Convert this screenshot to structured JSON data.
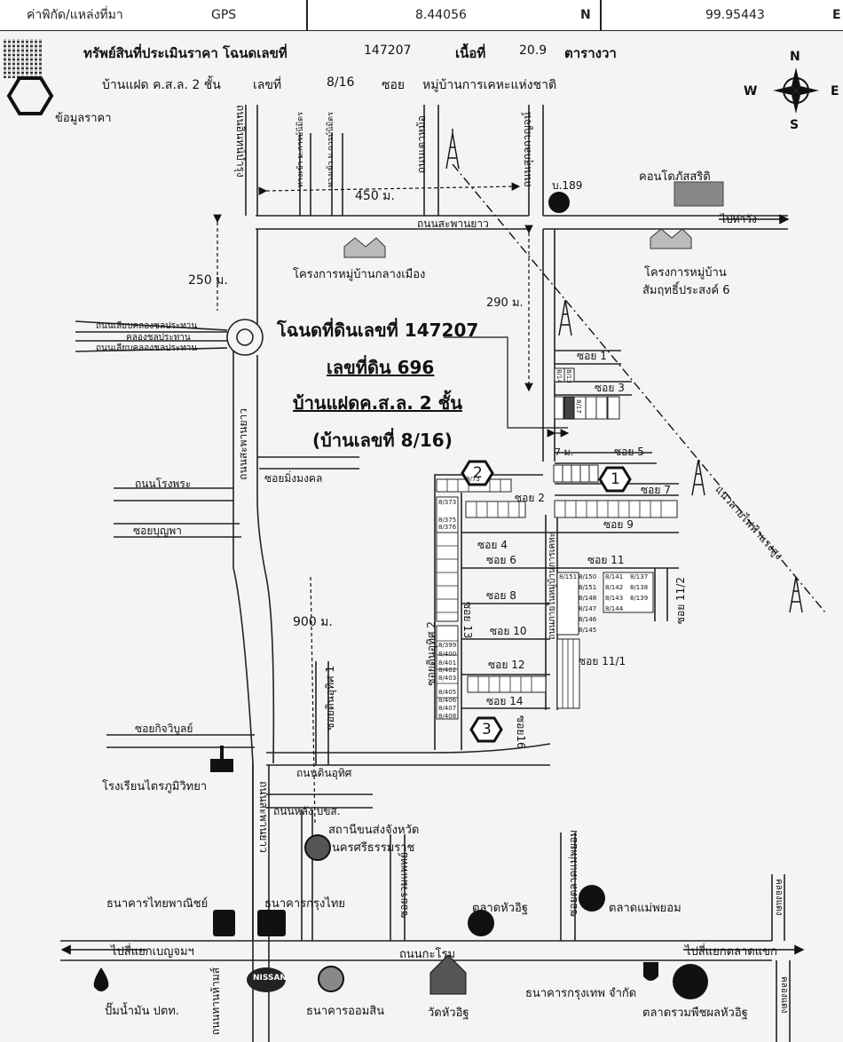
{
  "header_bar": {
    "coord_label": "ค่าพิกัด/แหล่งที่มา",
    "source": "GPS",
    "lat": "8.44056",
    "lat_dir": "N",
    "lon": "99.95443",
    "lon_dir": "E"
  },
  "property": {
    "title_prefix": "ทรัพย์สินที่ประเมินราคา โฉนดเลขที่",
    "deed_no": "147207",
    "area_label": "เนื้อที่",
    "area": "20.9",
    "area_unit": "ตารางวา",
    "type": "บ้านแฝด ค.ส.ล. 2 ชั้น",
    "house_no_label": "เลขที่",
    "house_no": "8/16",
    "soi_label": "ซอย",
    "village": "หมู่บ้านการเคหะแห่งชาติ"
  },
  "legend": {
    "price_info": "ข้อมูลราคา"
  },
  "compass": {
    "n": "N",
    "s": "S",
    "e": "E",
    "w": "W"
  },
  "callout": {
    "line1": "โฉนดที่ดินเลขที่ 147207",
    "line2": "เลขที่ดิน 696",
    "line3": "บ้านแฝดค.ส.ล. 2 ชั้น",
    "line4": "(บ้านเลขที่ 8/16)"
  },
  "roads": {
    "intharamrung": "ถนนอินทน์บำรุง",
    "saphan_yao": "ถนนสะพานยาว",
    "saphan_yao_v": "ถนนสะพานยาว",
    "to_tha_wang": "ไปท่าวัง",
    "liab_khlong_1": "ถนนเลียบคลองชลประทาน",
    "khlong": "คลองชลประทาน",
    "liab_khlong_2": "ถนนเลียบคลองชลประทาน",
    "rong_phra": "ถนนโรงพระ",
    "soi_bunpha": "ซอยบุญพา",
    "soi_mingmongkhon": "ซอยมิ่งมงคล",
    "soi_kitchawiboon": "ซอยกิจวิบูลย์",
    "din_uthit": "ถนนดินอุทิศ",
    "soi_din_uthit_1": "ซอยดินอุทิศ 1",
    "soi_din_uthit_2": "ซอยดินอุทิศ 2",
    "lang_bks": "ถนนหลัง บขส.",
    "krarom": "ถนนกะโรม",
    "to_benjama": "ไปสี่แยกเบญจมฯ",
    "to_talad_khaek": "ไปสี่แยกตลาดแขก",
    "khlong_daeng_1": "คลองแดง",
    "khlong_daeng_2": "คลองแดง",
    "phatthanakan": "ถนนพัฒนาการ",
    "soi_talad_mae_phayom": "ซอยตลาดแม่พยอม",
    "soi_ruam_phaet": "ซอยรวมแพทย์",
    "than_hai": "ถนนทานห้ามส์",
    "sakon": "ถนนสุกลกาญจน์",
    "road_to_hotel": "ถนนเตาหม้อ",
    "thang_khao_1": "ทางเข้า ม.การบ์นิมิตร",
    "thang_khao_2": "ทางเข้า ม.การบ์นิมิตร",
    "hv_line": "แนวสายไฟฟ้าแรงสูง",
    "village_road": "ถนนภายในหมู่บ้านการเคหะ"
  },
  "distances": {
    "d450": "450 ม.",
    "d250": "250 ม.",
    "d290": "290 ม.",
    "d7": "7 ม.",
    "d900": "900 ม."
  },
  "pois": {
    "b189": "บ.189",
    "condo": "คอนโดภัสสริติ",
    "village_klang": "โครงการหมู่บ้านกลางเมือง",
    "village_samrit_1": "โครงการหมู่บ้าน",
    "village_samrit_2": "สัมฤทธิ์ประสงค์ 6",
    "school": "โรงเรียนไตรภูมิวิทยา",
    "bus_1": "สถานีขนส่งจังหวัด",
    "bus_2": "นครศรีธรรมราช",
    "bank_scb": "ธนาคารไทยพาณิชย์",
    "bank_ktb": "ธนาคารกรุงไทย",
    "market_hua_it": "ตลาดหัวอิฐ",
    "market_mae_phayom": "ตลาดแม่พยอม",
    "ptt": "ปั๊มน้ำมัน ปตท.",
    "nissan": "NISSAN",
    "bank_gsb": "ธนาคารออมสิน",
    "wat": "วัดหัวอิฐ",
    "bank_bbl": "ธนาคารกรุงเทพ จำกัด",
    "market_ruam": "ตลาดรวมพืชผลหัวอิฐ"
  },
  "markers": {
    "m1": "1",
    "m2": "2",
    "m3": "3"
  },
  "sois": {
    "s1": "ซอย 1",
    "s2": "ซอย 2",
    "s3": "ซอย 3",
    "s4": "ซอย 4",
    "s5": "ซอย 5",
    "s6": "ซอย 6",
    "s7": "ซอย 7",
    "s8": "ซอย 8",
    "s9": "ซอย 9",
    "s10": "ซอย 10",
    "s11": "ซอย 11",
    "s11_1": "ซอย 11/1",
    "s11_2": "ซอย 11/2",
    "s12": "ซอย 12",
    "s13": "ซอย 13",
    "s14": "ซอย 14",
    "s16": "ซอย16"
  },
  "plots": {
    "p814": "8/14",
    "p813": "8/13",
    "p817": "8/17",
    "p873": "8/73",
    "p8373": "8/373",
    "p8375": "8/375",
    "p8376": "8/376",
    "p8151": "8/151",
    "p8150": "8/150",
    "p8141": "8/141",
    "p8137": "8/137",
    "p8151b": "8/151",
    "p8142": "8/142",
    "p8138": "8/138",
    "p8148": "8/148",
    "p8143": "8/143",
    "p8139": "8/139",
    "p8147": "8/147",
    "p8144": "8/144",
    "p8146": "8/146",
    "p8145": "8/145",
    "p8399": "8/399",
    "p8400": "8/400",
    "p8401": "8/401",
    "p8402": "8/402",
    "p8403": "8/403",
    "p8405": "8/405",
    "p8406": "8/406",
    "p8407": "8/407",
    "p8408": "8/408"
  }
}
